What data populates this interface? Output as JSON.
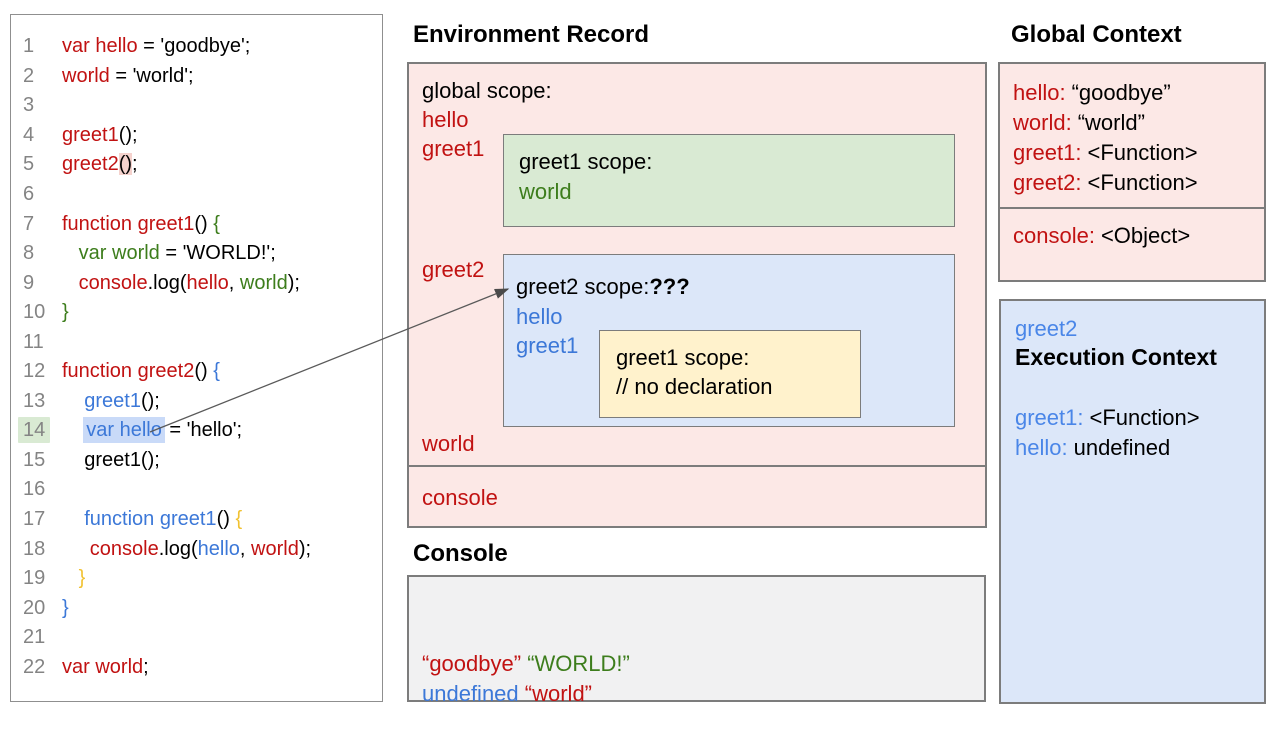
{
  "code_panel": {
    "lines": [
      {
        "num": "1",
        "segs": [
          {
            "t": "var hello",
            "c": "r"
          },
          {
            "t": " = 'goodbye';",
            "c": "k"
          }
        ]
      },
      {
        "num": "2",
        "segs": [
          {
            "t": "world",
            "c": "r"
          },
          {
            "t": " = 'world';",
            "c": "k"
          }
        ]
      },
      {
        "num": "3",
        "segs": []
      },
      {
        "num": "4",
        "segs": [
          {
            "t": "greet1",
            "c": "r"
          },
          {
            "t": "();",
            "c": "k"
          }
        ]
      },
      {
        "num": "5",
        "segs": [
          {
            "t": "greet2",
            "c": "r"
          },
          {
            "t": "()",
            "c": "k",
            "hl": "pink"
          },
          {
            "t": ";",
            "c": "k"
          }
        ]
      },
      {
        "num": "6",
        "segs": []
      },
      {
        "num": "7",
        "segs": [
          {
            "t": "function greet1",
            "c": "r"
          },
          {
            "t": "() ",
            "c": "k"
          },
          {
            "t": "{",
            "c": "g"
          }
        ]
      },
      {
        "num": "8",
        "segs": [
          {
            "t": "   ",
            "c": "k"
          },
          {
            "t": "var world",
            "c": "g"
          },
          {
            "t": " = 'WORLD!';",
            "c": "k"
          }
        ]
      },
      {
        "num": "9",
        "segs": [
          {
            "t": "   ",
            "c": "k"
          },
          {
            "t": "console",
            "c": "r"
          },
          {
            "t": ".log(",
            "c": "k"
          },
          {
            "t": "hello",
            "c": "r"
          },
          {
            "t": ", ",
            "c": "k"
          },
          {
            "t": "world",
            "c": "g"
          },
          {
            "t": ");",
            "c": "k"
          }
        ]
      },
      {
        "num": "10",
        "segs": [
          {
            "t": "}",
            "c": "g"
          }
        ]
      },
      {
        "num": "11",
        "segs": []
      },
      {
        "num": "12",
        "segs": [
          {
            "t": "function greet2",
            "c": "r"
          },
          {
            "t": "() ",
            "c": "k"
          },
          {
            "t": "{",
            "c": "b"
          }
        ]
      },
      {
        "num": "13",
        "segs": [
          {
            "t": "    ",
            "c": "k"
          },
          {
            "t": "greet1",
            "c": "b"
          },
          {
            "t": "();",
            "c": "k"
          }
        ]
      },
      {
        "num": "14",
        "num_hl": true,
        "segs": [
          {
            "t": "    ",
            "c": "k"
          },
          {
            "t": "var hello",
            "c": "b",
            "hl": "blue"
          },
          {
            "t": " = 'hello';",
            "c": "k"
          }
        ]
      },
      {
        "num": "15",
        "segs": [
          {
            "t": "    greet1();",
            "c": "k"
          }
        ]
      },
      {
        "num": "16",
        "segs": []
      },
      {
        "num": "17",
        "segs": [
          {
            "t": "    ",
            "c": "k"
          },
          {
            "t": "function greet1",
            "c": "b"
          },
          {
            "t": "() ",
            "c": "k"
          },
          {
            "t": "{",
            "c": "y"
          }
        ]
      },
      {
        "num": "18",
        "segs": [
          {
            "t": "     ",
            "c": "k"
          },
          {
            "t": "console",
            "c": "r"
          },
          {
            "t": ".log(",
            "c": "k"
          },
          {
            "t": "hello",
            "c": "b"
          },
          {
            "t": ", ",
            "c": "k"
          },
          {
            "t": "world",
            "c": "r"
          },
          {
            "t": ");",
            "c": "k"
          }
        ]
      },
      {
        "num": "19",
        "segs": [
          {
            "t": "   ",
            "c": "k"
          },
          {
            "t": "}",
            "c": "y"
          }
        ]
      },
      {
        "num": "20",
        "segs": [
          {
            "t": "}",
            "c": "b"
          }
        ]
      },
      {
        "num": "21",
        "segs": []
      },
      {
        "num": "22",
        "segs": [
          {
            "t": "var world",
            "c": "r"
          },
          {
            "t": ";",
            "c": "k"
          }
        ]
      }
    ]
  },
  "env_record": {
    "title": "Environment Record",
    "global_scope_label": "global scope:",
    "hello": "hello",
    "greet1": "greet1",
    "greet2": "greet2",
    "world": "world",
    "console": "console",
    "greet1_scope": {
      "title": "greet1 scope:",
      "world": "world"
    },
    "greet2_scope": {
      "title": "greet2 scope:",
      "question": "???",
      "hello": "hello",
      "greet1": "greet1",
      "greet1_scope": {
        "title": "greet1 scope:",
        "comment": "// no declaration"
      }
    }
  },
  "console_panel": {
    "title": "Console",
    "lines": [
      [
        {
          "t": "“goodbye”",
          "c": "r"
        },
        {
          "t": " ",
          "c": "k"
        },
        {
          "t": "“WORLD!”",
          "c": "g"
        }
      ],
      [
        {
          "t": "undefined",
          "c": "b"
        },
        {
          "t": " ",
          "c": "k"
        },
        {
          "t": "“world”",
          "c": "r"
        }
      ]
    ]
  },
  "global_context": {
    "title": "Global Context",
    "entries": [
      {
        "key": "hello:",
        "value": "“goodbye”"
      },
      {
        "key": "world:",
        "value": "“world”"
      },
      {
        "key": "greet1:",
        "value": "<Function>"
      },
      {
        "key": "greet2:",
        "value": "<Function>"
      }
    ],
    "console_entry": {
      "key": "console:",
      "value": "<Object>"
    }
  },
  "exec_context": {
    "name": "greet2",
    "title": "Execution Context",
    "entries": [
      {
        "key": "greet1:",
        "value": "<Function>"
      },
      {
        "key": "hello:",
        "value": "undefined"
      }
    ]
  },
  "colors": {
    "red": "#c11212",
    "green": "#3d7d1c",
    "blue": "#3c78d8",
    "light_blue": "#4a86e8",
    "yellow": "#f1c232",
    "pink_bg": "#fce8e6",
    "green_bg": "#d9ead3",
    "yellow_bg": "#fff2cc",
    "blue_bg": "#dce7f9",
    "console_bg": "#f1f1f2"
  }
}
